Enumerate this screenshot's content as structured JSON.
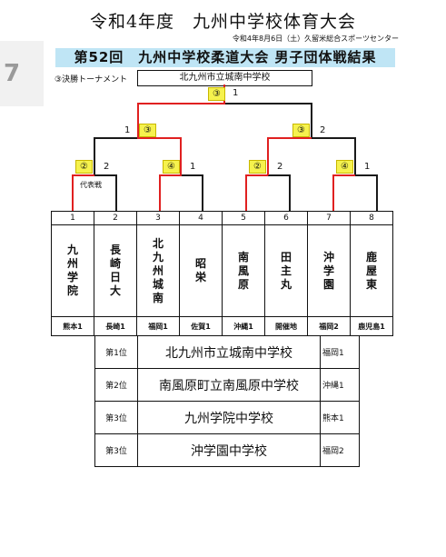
{
  "page_number": "7",
  "title": "令和4年度　九州中学校体育大会",
  "dateline": "令和4年8月6日（土）久留米総合スポーツセンター",
  "banner": "第52回　九州中学校柔道大会 男子団体戦結果",
  "subtitle": "③決勝トーナメント",
  "champion_box": "北九州市立城南中学校",
  "bracket": {
    "final": {
      "left": "③",
      "right": "1"
    },
    "semi_left": {
      "left": "1",
      "right": "③"
    },
    "semi_right": {
      "left": "③",
      "right": "2"
    },
    "qf": [
      {
        "left": "②",
        "right": "2"
      },
      {
        "left": "④",
        "right": "1"
      },
      {
        "left": "②",
        "right": "2"
      },
      {
        "left": "④",
        "right": "1"
      }
    ],
    "note": "代表戦"
  },
  "teams": [
    {
      "num": "1",
      "name": "九州学院",
      "pref": "熊本1"
    },
    {
      "num": "2",
      "name": "長崎日大",
      "pref": "長崎1"
    },
    {
      "num": "3",
      "name": "北九州城南",
      "pref": "福岡1"
    },
    {
      "num": "4",
      "name": "昭栄",
      "pref": "佐賀1"
    },
    {
      "num": "5",
      "name": "南風原",
      "pref": "沖縄1"
    },
    {
      "num": "6",
      "name": "田主丸",
      "pref": "開催地"
    },
    {
      "num": "7",
      "name": "沖学園",
      "pref": "福岡2"
    },
    {
      "num": "8",
      "name": "鹿屋東",
      "pref": "鹿児島1"
    }
  ],
  "results": [
    {
      "rank": "第1位",
      "school": "北九州市立城南中学校",
      "pref": "福岡1"
    },
    {
      "rank": "第2位",
      "school": "南風原町立南風原中学校",
      "pref": "沖縄1"
    },
    {
      "rank": "第3位",
      "school": "九州学院中学校",
      "pref": "熊本1"
    },
    {
      "rank": "第3位",
      "school": "沖学園中学校",
      "pref": "福岡2"
    }
  ],
  "colors": {
    "banner": "#bfe5f5",
    "highlight": "#f6f24d",
    "winner_line": "#e02020"
  }
}
